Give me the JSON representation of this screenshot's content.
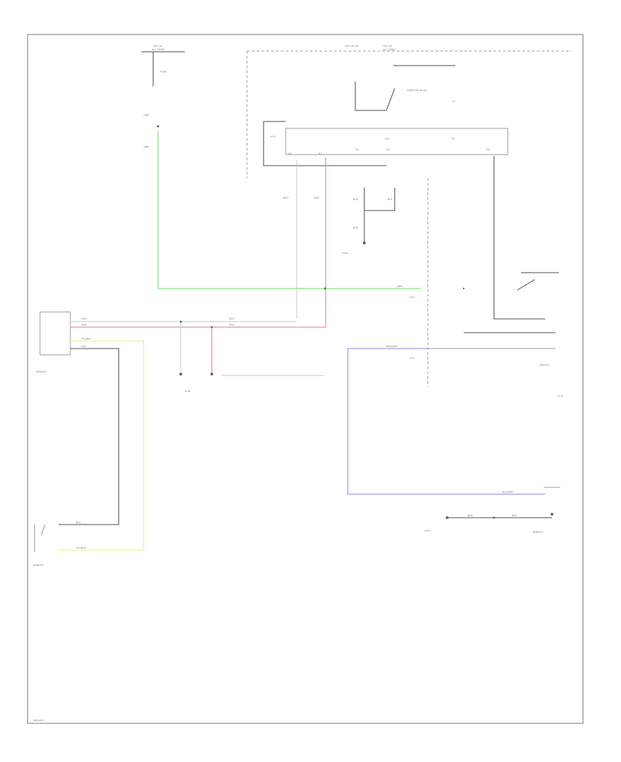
{
  "diagram": {
    "colors": {
      "green_wire": "#7de87d",
      "red_wire": "#f08f8f",
      "yellow_wire": "#eef09a",
      "blue_wire": "#9a9ae8",
      "frame": "#8a8a8a",
      "ground_wire": "#6c6c6c"
    },
    "wire_labels": {
      "grn_a": "GRN",
      "grn_b": "GRN",
      "grn_c": "GRN",
      "wht_a": "WHT",
      "red_a": "RED",
      "wht_b": "WHT",
      "red_b": "RED",
      "wht_c": "WHT",
      "red_c": "RED",
      "blk_a": "BLK",
      "blk_b": "BLK",
      "blk_c": "BLK",
      "yel_blk_a": "YEL/BLK",
      "yel_blk_b": "YEL/BLK",
      "blu_wht_a": "BLU/WHT",
      "blu_wht_b": "BLU/WHT",
      "blk_d": "BLK",
      "blk_e": "BLK",
      "blu_f": "BLU"
    },
    "pin_labels": {
      "p1": "A10",
      "p2": "A11",
      "p3": "B1",
      "p4": "B2",
      "p5": "B3",
      "p6": "C3",
      "p7": "C4",
      "p8": "D2",
      "p9": "D4",
      "p10": "E19"
    },
    "component_labels": {
      "top_left_1": "HOT AT",
      "top_left_2": "ALL TIMES",
      "top_right_1": "HOT IN ON",
      "top_right_2": "HOT AT",
      "top_right_3": "ALL TIMES",
      "relay_label": "IGNITION RELAY",
      "fuse_label": "FUSE",
      "ecm_label": "ECM",
      "sensor_label": "SENSOR",
      "ground_label": "G101",
      "switch_label": "SWITCH",
      "pcm_label": "PCM",
      "footer": "WD0000"
    }
  }
}
